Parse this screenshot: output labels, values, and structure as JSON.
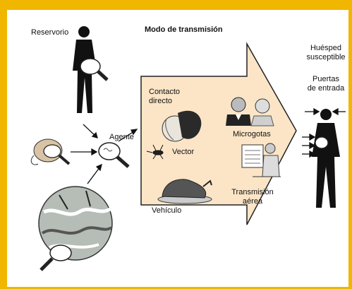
{
  "title": "Modo de transmisión",
  "labels": {
    "reservoir": "Reservorio",
    "agent": "Agente",
    "host_line1": "Huésped",
    "host_line2": "susceptible",
    "entry_line1": "Puertas",
    "entry_line2": "de entrada",
    "direct_line1": "Contacto",
    "direct_line2": "directo",
    "droplets": "Microgotas",
    "vector": "Vector",
    "airborne_line1": "Transmisión",
    "airborne_line2": "aérea",
    "vehicle": "Vehículo"
  },
  "colors": {
    "frame": "#f1b600",
    "arrow_fill": "#fbe5c6",
    "silhouette": "#111111"
  },
  "icons": [
    "person-silhouette-icon",
    "magnifying-glass-icon",
    "rodent-icon",
    "landscape-icon",
    "mosquito-icon",
    "roast-chicken-icon",
    "kissing-couple-icon",
    "couple-icon",
    "person-reading-icon"
  ]
}
